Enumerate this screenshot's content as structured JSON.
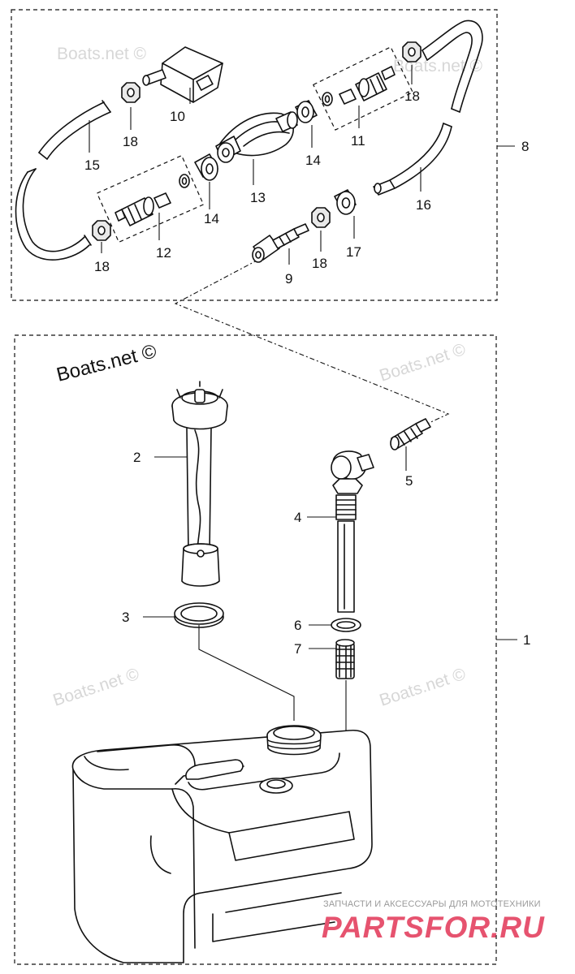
{
  "watermarks": {
    "text": "Boats.net ©",
    "featured": "Boats.net ©"
  },
  "brand": {
    "tagline": "ЗАПЧАСТИ И АКСЕССУАРЫ ДЛЯ МОТОТЕХНИКИ",
    "name": "PARTSFOR.RU"
  },
  "parts": {
    "p1": "1",
    "p2": "2",
    "p3": "3",
    "p4": "4",
    "p5": "5",
    "p6": "6",
    "p7": "7",
    "p8": "8",
    "p9": "9",
    "p10": "10",
    "p11": "11",
    "p12": "12",
    "p13": "13",
    "p14": "14",
    "p15": "15",
    "p16": "16",
    "p17": "17",
    "p18": "18"
  }
}
